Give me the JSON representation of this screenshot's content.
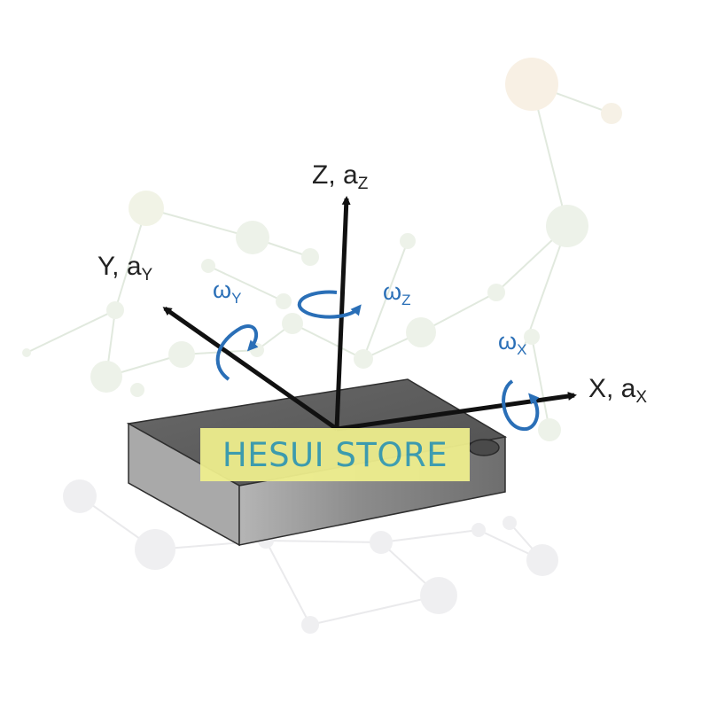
{
  "axes": {
    "z": {
      "name": "Z, a",
      "sub": "Z"
    },
    "y": {
      "name": "Y, a",
      "sub": "Y"
    },
    "x": {
      "name": "X, a",
      "sub": "X"
    }
  },
  "rotations": {
    "z": {
      "symbol": "ω",
      "sub": "Z"
    },
    "y": {
      "symbol": "ω",
      "sub": "Y"
    },
    "x": {
      "symbol": "ω",
      "sub": "X"
    }
  },
  "watermark": {
    "text": "HESUI STORE"
  },
  "colors": {
    "axis": "#111111",
    "rotation": "#2a6fb7",
    "chip_top": "#5f5f5f",
    "chip_front": "#8a8a8a",
    "watermark_bg": "#f1f18e",
    "watermark_text": "#3aa0b5"
  }
}
